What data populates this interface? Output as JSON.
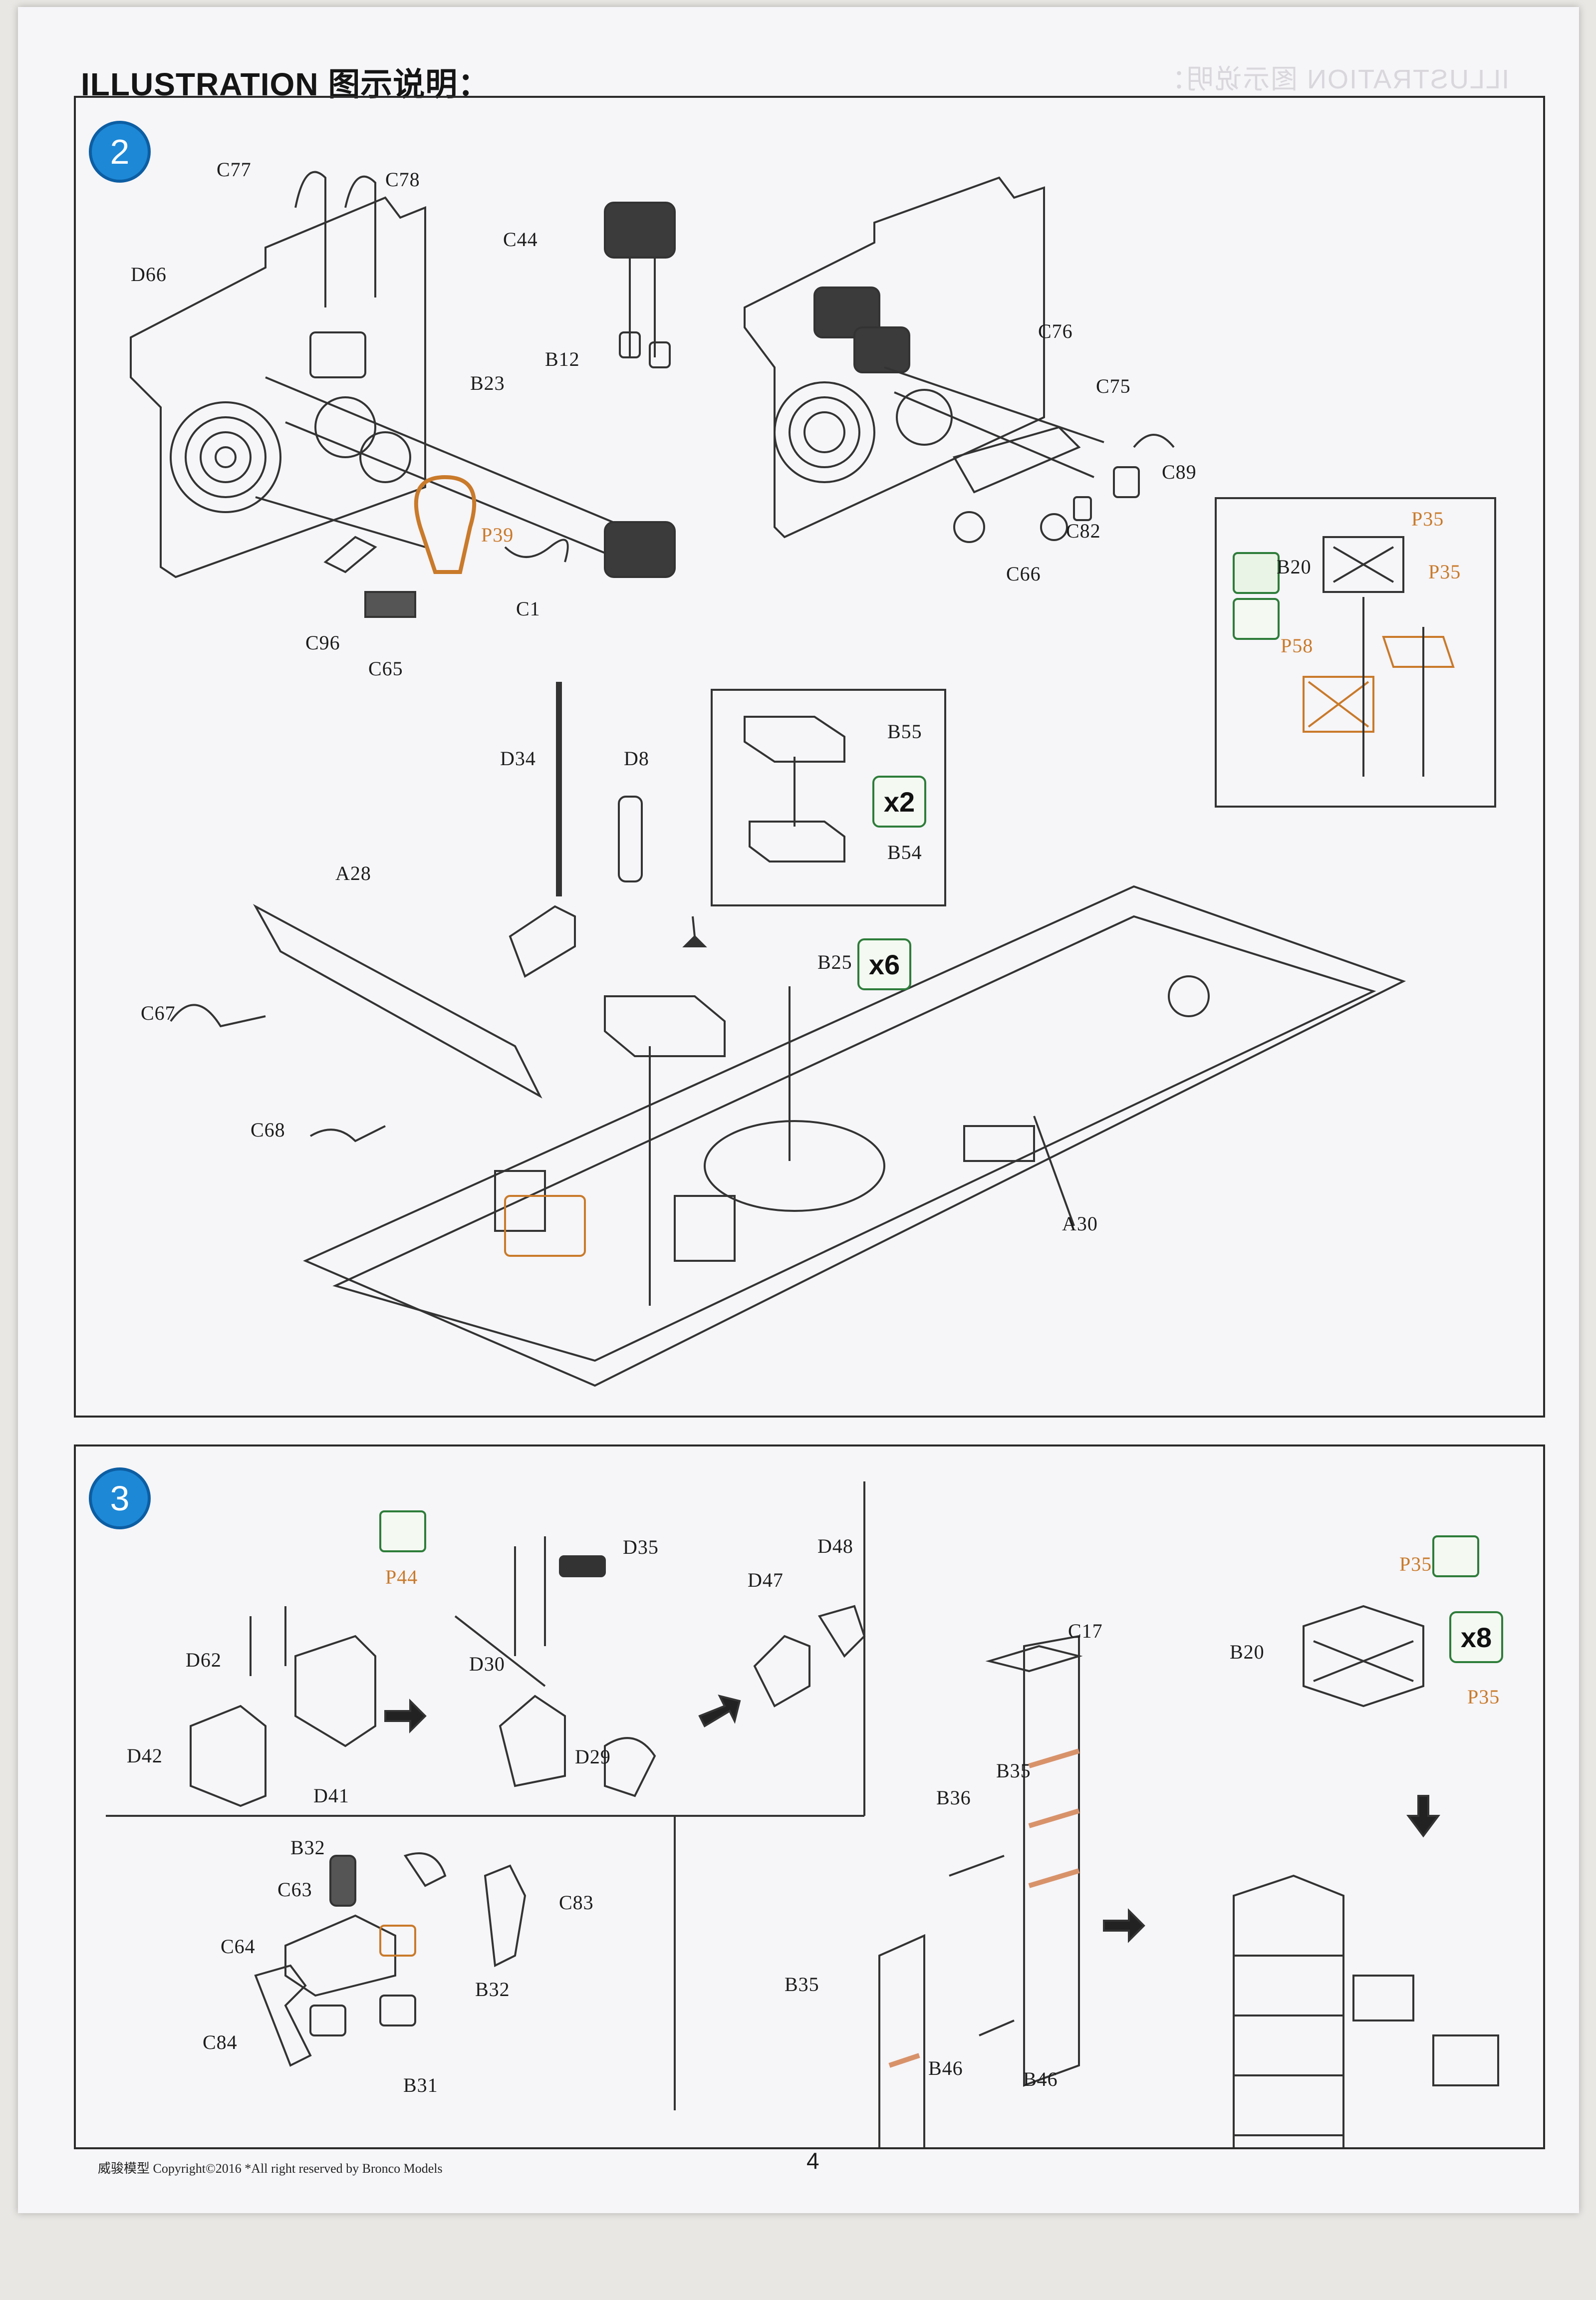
{
  "header": {
    "title": "ILLUSTRATION 图示说明：",
    "mirrored_text": "ILLUSTRATION 图示说明："
  },
  "step2": {
    "number": "2",
    "labels": {
      "c77": "C77",
      "c78": "C78",
      "d66": "D66",
      "c44": "C44",
      "b12": "B12",
      "b23": "B23",
      "p39": "P39",
      "c1": "C1",
      "c96": "C96",
      "c65": "C65",
      "c76": "C76",
      "c75": "C75",
      "c89": "C89",
      "c82": "C82",
      "c66": "C66",
      "p35a": "P35",
      "p35b": "P35",
      "b20": "B20",
      "p58": "P58",
      "d34": "D34",
      "d8": "D8",
      "b55": "B55",
      "b54": "B54",
      "x2": "x2",
      "a28": "A28",
      "b25": "B25",
      "x6": "x6",
      "c67": "C67",
      "c68": "C68",
      "a30": "A30"
    }
  },
  "step3": {
    "number": "3",
    "labels": {
      "p44": "P44",
      "d35": "D35",
      "d47": "D47",
      "d48": "D48",
      "d62": "D62",
      "d30": "D30",
      "d42": "D42",
      "d41": "D41",
      "d29": "D29",
      "c17": "C17",
      "p35a": "P35",
      "p35b": "P35",
      "b20": "B20",
      "x8": "x8",
      "b35a": "B35",
      "b36": "B36",
      "b35b": "B35",
      "b46a": "B46",
      "b46b": "B46",
      "b32a": "B32",
      "c63": "C63",
      "c83": "C83",
      "c64": "C64",
      "b32b": "B32",
      "c84": "C84",
      "b31": "B31"
    }
  },
  "footer": {
    "brand": "威骏模型",
    "copyright": "Copyright©2016",
    "rights": "*All right reserved by Bronco Models",
    "page_number": "4"
  },
  "colors": {
    "step_badge": "#1d88d6",
    "photo_etch": "#c97a2a",
    "count_badge_border": "#2e7d3a",
    "line_art": "#333333"
  }
}
